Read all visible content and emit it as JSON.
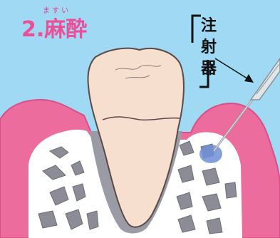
{
  "heading": {
    "reading": "ますい",
    "title": "2.麻酔"
  },
  "labels": {
    "syringe": [
      "注",
      "射",
      "器"
    ]
  },
  "colors": {
    "background": "#9fd9f3",
    "gum": "#ec6d9d",
    "gum_edge": "#d94f86",
    "bone": "#ffffff",
    "bone_holes": "#8c8c97",
    "tooth": "#f6dfcf",
    "tooth_outline": "#5a4a48",
    "anesthesia": "#6f8fd6",
    "title": "#ec4f97"
  }
}
